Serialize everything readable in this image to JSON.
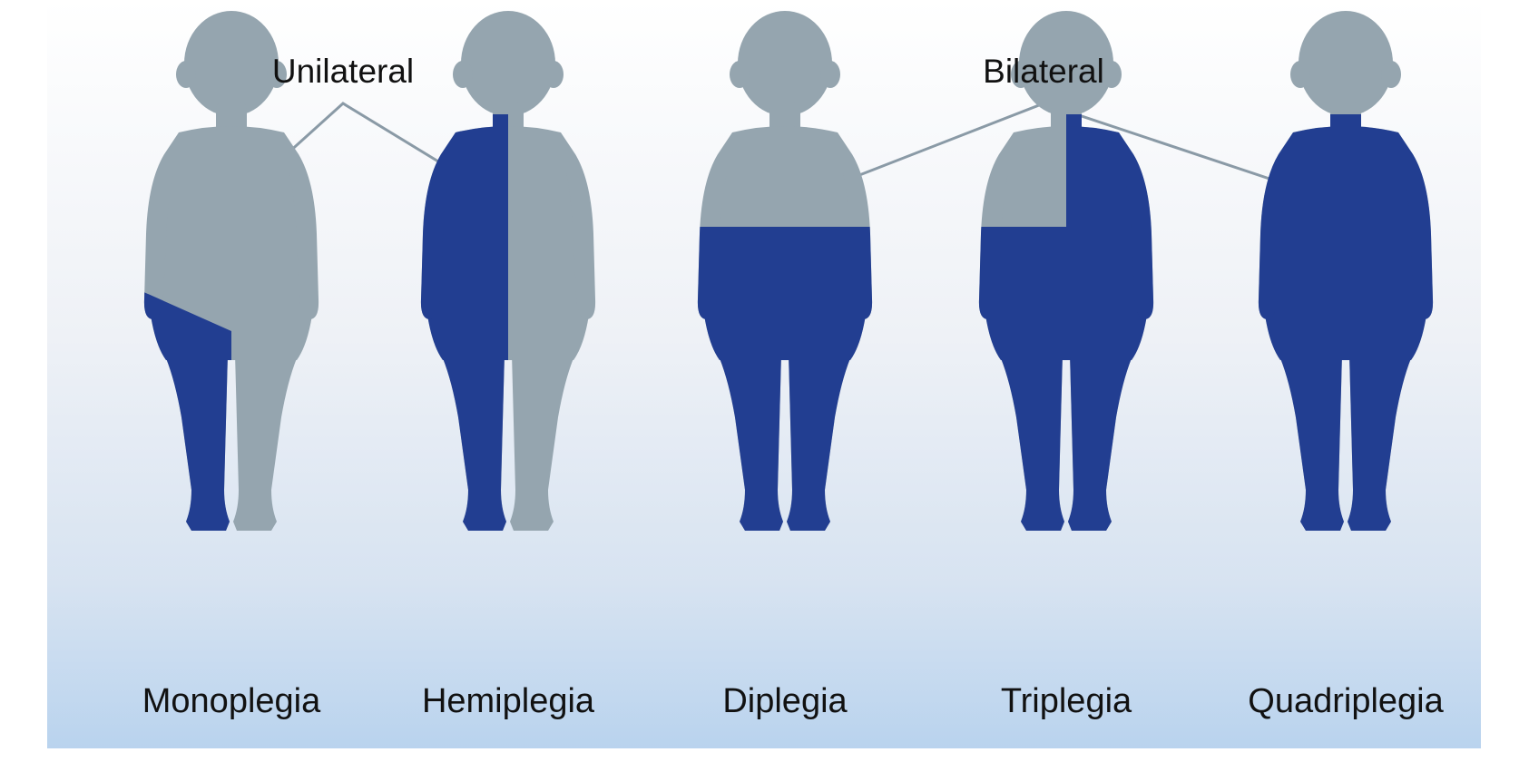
{
  "colors": {
    "silhouette": "#95a5af",
    "affected": "#223e91",
    "connector": "#8a9aa6"
  },
  "groups": [
    {
      "label": "Unilateral"
    },
    {
      "label": "Bilateral"
    }
  ],
  "figures": [
    {
      "label": "Monoplegia",
      "group": 0,
      "affected": "one-limb"
    },
    {
      "label": "Hemiplegia",
      "group": 0,
      "affected": "one-side"
    },
    {
      "label": "Diplegia",
      "group": 1,
      "affected": "legs"
    },
    {
      "label": "Triplegia",
      "group": 1,
      "affected": "three-limbs"
    },
    {
      "label": "Quadriplegia",
      "group": 1,
      "affected": "all-limbs"
    }
  ]
}
